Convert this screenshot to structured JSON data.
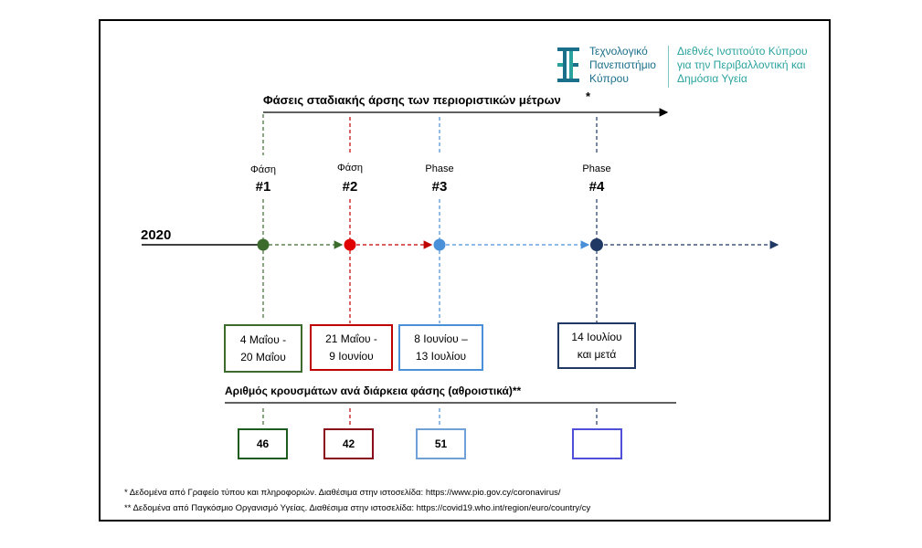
{
  "logo": {
    "university_line1": "Τεχνολογικό",
    "university_line2": "Πανεπιστήμιο",
    "university_line3": "Κύπρου",
    "institute_line1": "Διεθνές Ινστιτούτο Κύπρου",
    "institute_line2": "για την Περιβαλλοντική και",
    "institute_line3": "Δημόσια Υγεία"
  },
  "title": "Φάσεις σταδιακής άρσης των περιοριστικών μέτρων",
  "title_marker": "*",
  "year": "2020",
  "phases": [
    {
      "word": "Φάση",
      "number": "#1",
      "date_line1": "4 Μαΐου -",
      "date_line2": "20 Μαΐου",
      "cases": "46",
      "color": "#3d6b2e"
    },
    {
      "word": "Φάση",
      "number": "#2",
      "date_line1": "21 Μαΐου -",
      "date_line2": "9 Ιουνίου",
      "cases": "42",
      "color": "#c00000"
    },
    {
      "word": "Phase",
      "number": "#3",
      "date_line1": "8 Ιουνίου –",
      "date_line2": "13 Ιουλίου",
      "cases": "51",
      "color": "#4a90d9"
    },
    {
      "word": "Phase",
      "number": "#4",
      "date_line1": "14 Ιουλίου",
      "date_line2": "και μετά",
      "cases": "",
      "color": "#1f3864"
    }
  ],
  "cases_title": "Αριθμός κρουσμάτων ανά διάρκεια φάσης (αθροιστικά)**",
  "footnotes": [
    "* Δεδομένα από Γραφείο τύπου και πληροφοριών. Διαθέσιμα στην ιστοσελίδα: https://www.pio.gov.cy/coronavirus/",
    "** Δεδομένα από Παγκόσμιο Οργανισμό Υγείας. Διαθέσιμα στην ιστοσελίδα: https://covid19.who.int/region/euro/country/cy"
  ],
  "colors": {
    "phase1": "#3d6b2e",
    "phase2": "#c00000",
    "phase3": "#4a90d9",
    "phase4": "#1f3864",
    "phase4_count_border": "#4f4fd9",
    "logo_dark": "#1a6f8a",
    "logo_teal": "#2aa39f"
  }
}
